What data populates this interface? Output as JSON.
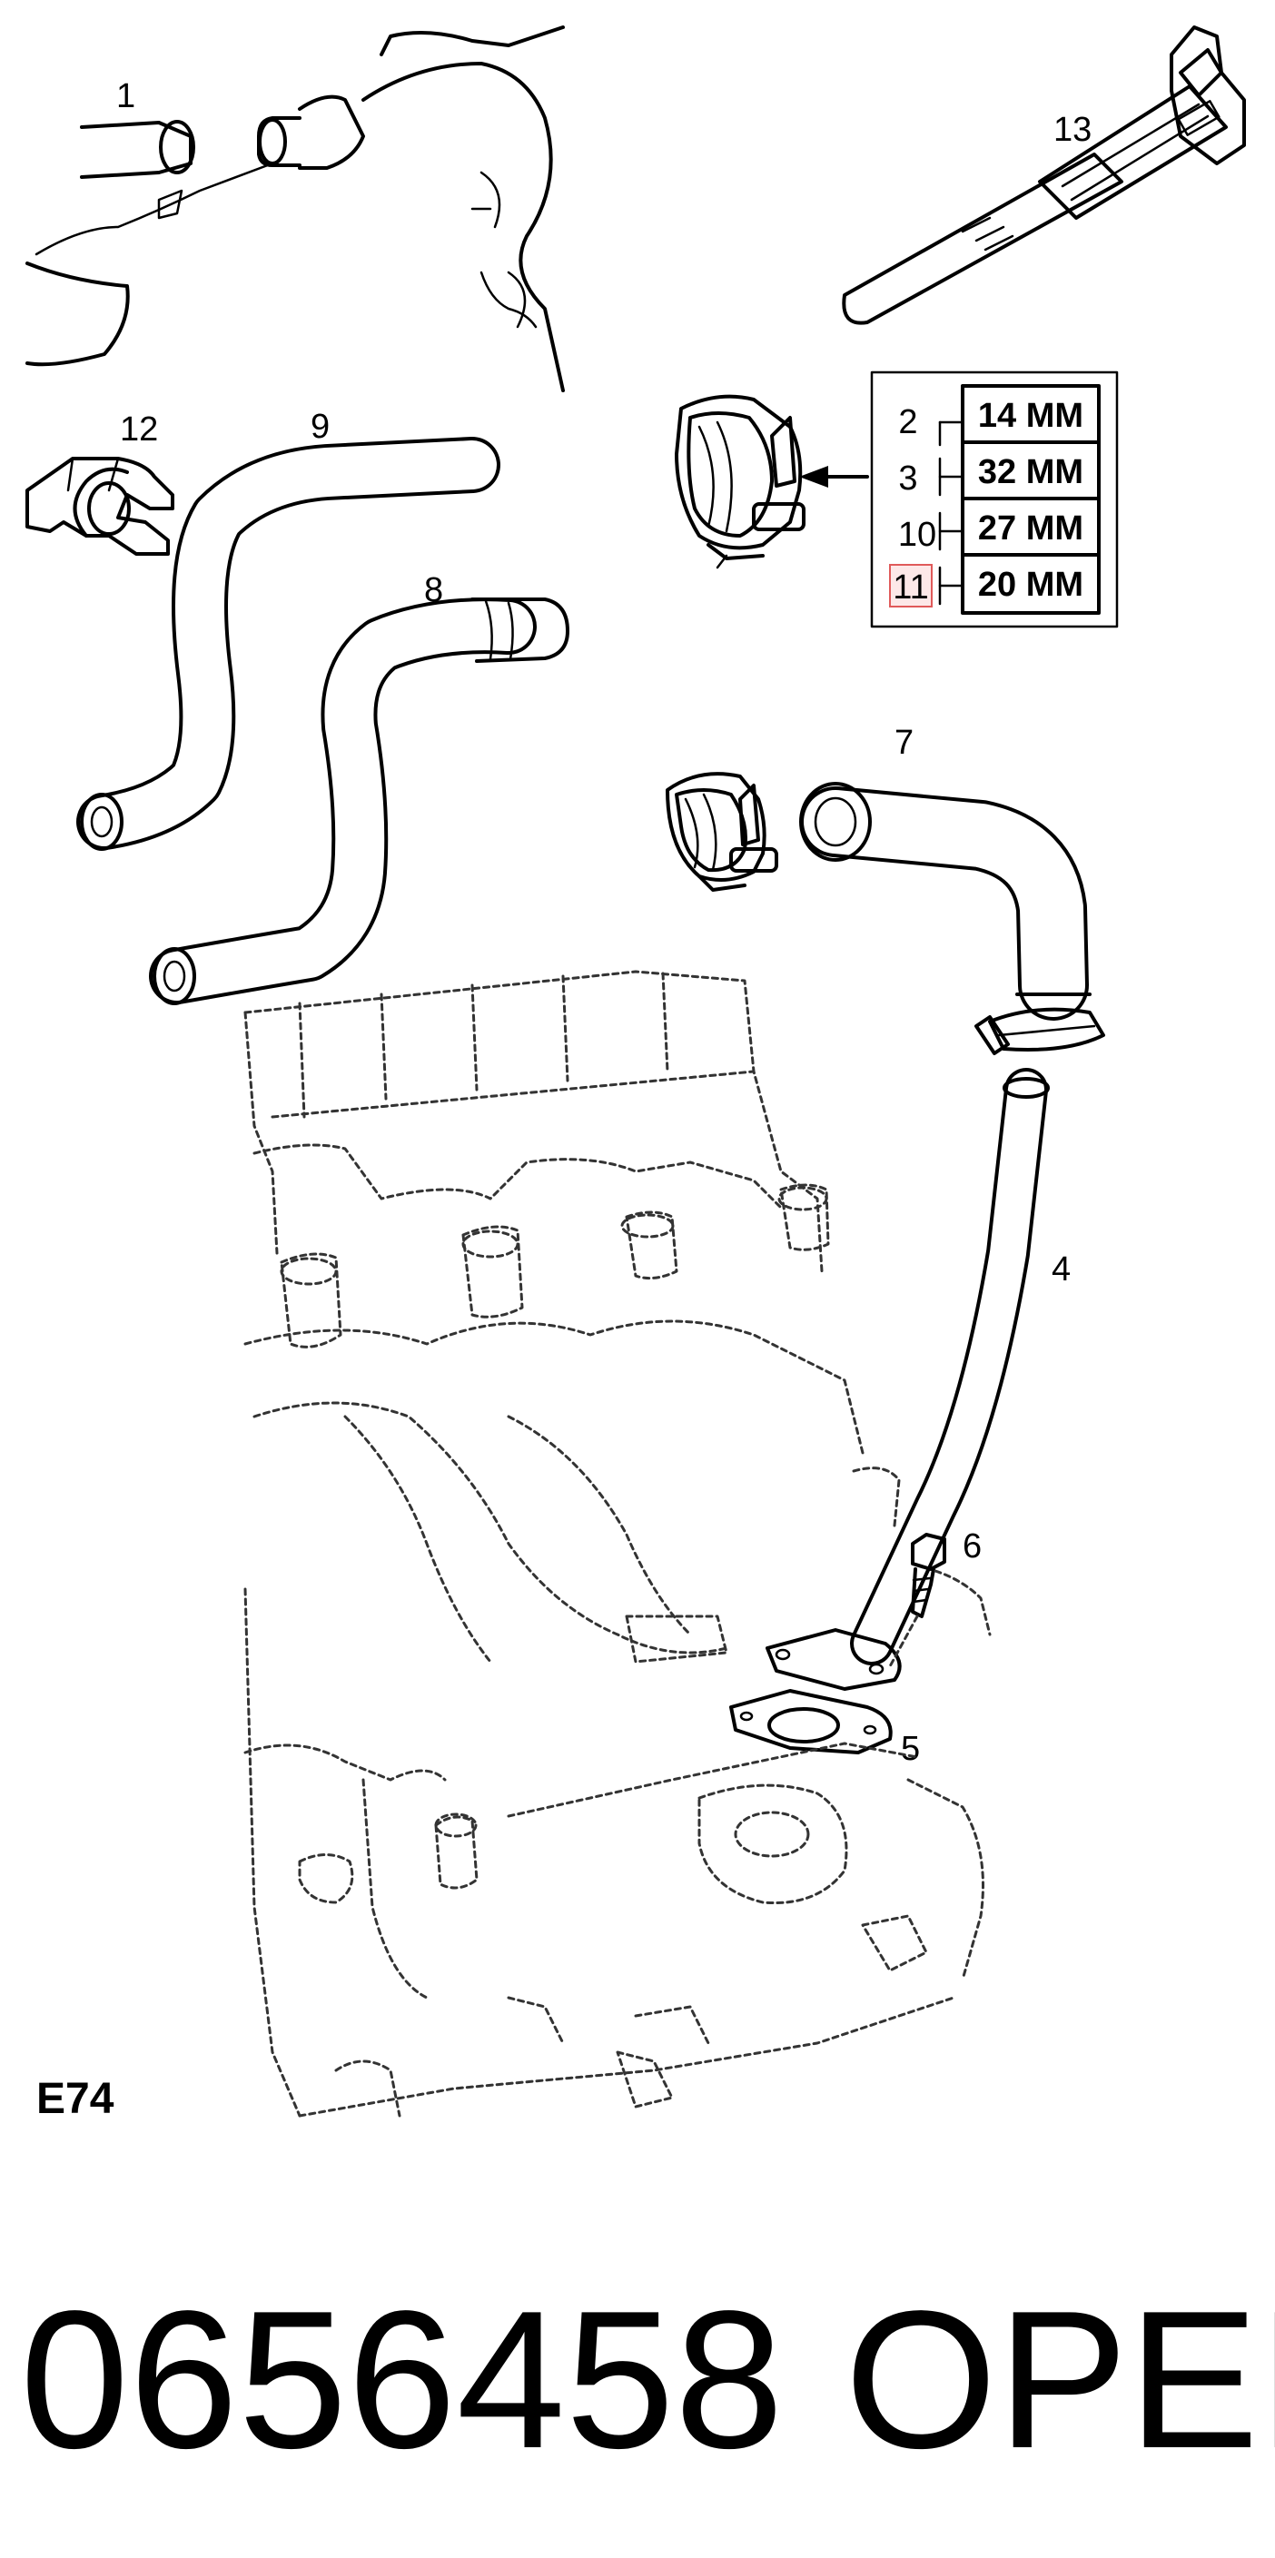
{
  "callouts": {
    "c1": "1",
    "c13": "13",
    "c12": "12",
    "c9": "9",
    "c8": "8",
    "c7": "7",
    "c4": "4",
    "c6": "6",
    "c5": "5"
  },
  "size_table": [
    {
      "ref": "2",
      "size": "14 MM",
      "highlighted": false
    },
    {
      "ref": "3",
      "size": "32 MM",
      "highlighted": false
    },
    {
      "ref": "10",
      "size": "27 MM",
      "highlighted": false
    },
    {
      "ref": "11",
      "size": "20 MM",
      "highlighted": true
    }
  ],
  "diagram_code": "E74",
  "footer": {
    "part_number": "0656458",
    "brand": "OPEL"
  },
  "colors": {
    "ink": "#000000",
    "highlight_fill": "#fde8e8",
    "highlight_stroke": "#e05a5a"
  }
}
